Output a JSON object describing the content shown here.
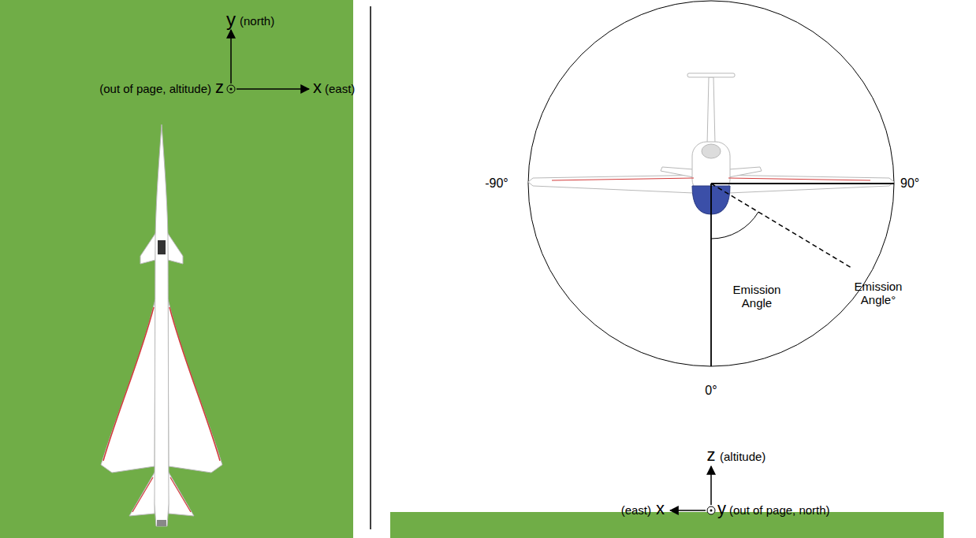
{
  "diagram": {
    "labels": [
      "y",
      "(north)",
      "(out of page, altitude)",
      "z",
      "x",
      "(east)",
      "-90°",
      "90°",
      "0°",
      "Emission Angle",
      "Emission Angle°",
      "z",
      "(altitude)",
      "(east)",
      "x",
      "y",
      "(out of page, north)"
    ]
  }
}
